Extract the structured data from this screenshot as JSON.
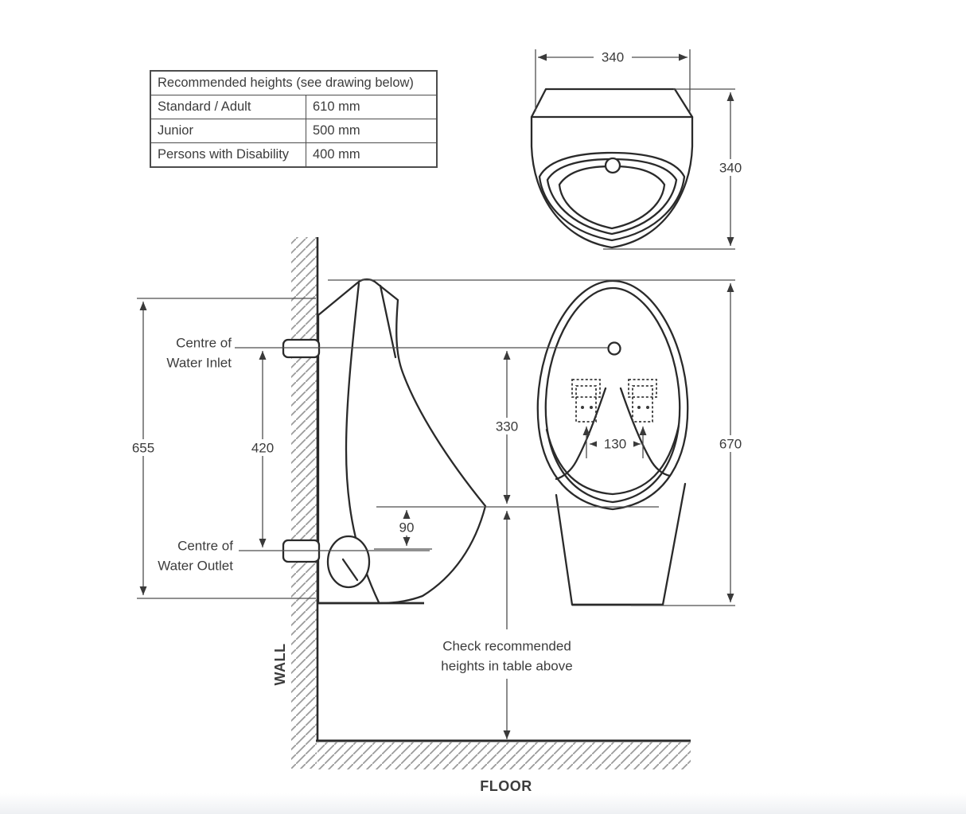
{
  "table": {
    "header": "Recommended heights (see drawing below)",
    "rows": [
      {
        "label": "Standard / Adult",
        "value": "610 mm"
      },
      {
        "label": "Junior",
        "value": "500 mm"
      },
      {
        "label": "Persons with Disability",
        "value": "400 mm"
      }
    ]
  },
  "dimensions": {
    "top_view_width_mm": "340",
    "top_view_depth_mm": "340",
    "outlet_to_top_height_mm": "655",
    "inlet_to_outlet_mm": "420",
    "inlet_to_rim_mm": "330",
    "rim_to_outlet_drop_mm": "90",
    "fixing_centres_mm": "130",
    "overall_height_mm": "670"
  },
  "labels": {
    "inlet_line1": "Centre of",
    "inlet_line2": "Water Inlet",
    "outlet_line1": "Centre of",
    "outlet_line2": "Water Outlet",
    "wall": "WALL",
    "floor": "FLOOR",
    "note_line1": "Check recommended",
    "note_line2": "heights in table above"
  },
  "colors": {
    "outline": "#2a2a2a",
    "dimension_line": "#4d4d4d",
    "hatch": "#9b9b9b",
    "text": "#3c3c3c",
    "table_border": "#4c4c4c",
    "page_bottom_fade": "#eef0f3"
  }
}
